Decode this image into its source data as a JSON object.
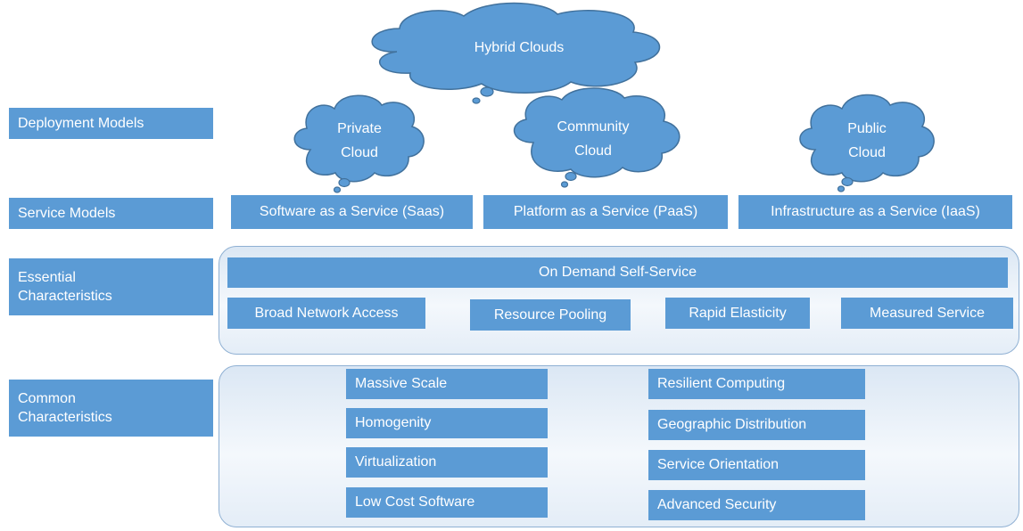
{
  "clouds": {
    "hybrid": "Hybrid Clouds",
    "private_line1": "Private",
    "private_line2": "Cloud",
    "community_line1": "Community",
    "community_line2": "Cloud",
    "public_line1": "Public",
    "public_line2": "Cloud"
  },
  "labels": {
    "deployment": "Deployment Models",
    "service": "Service Models",
    "essential_line1": "Essential",
    "essential_line2": "Characteristics",
    "common_line1": "Common",
    "common_line2": "Characteristics"
  },
  "service_models": [
    "Software as a Service (Saas)",
    "Platform as a Service (PaaS)",
    "Infrastructure as a Service (IaaS)"
  ],
  "essential": {
    "top": "On Demand Self-Service",
    "items": [
      "Broad Network Access",
      "Resource Pooling",
      "Rapid Elasticity",
      "Measured Service"
    ]
  },
  "common": {
    "left": [
      "Massive Scale",
      "Homogenity",
      "Virtualization",
      "Low Cost Software"
    ],
    "right": [
      "Resilient Computing",
      "Geographic Distribution",
      "Service Orientation",
      "Advanced Security"
    ]
  },
  "colors": {
    "box": "#5b9bd5",
    "cloud_border": "#41719c",
    "panel_border": "#8fb0d3"
  }
}
